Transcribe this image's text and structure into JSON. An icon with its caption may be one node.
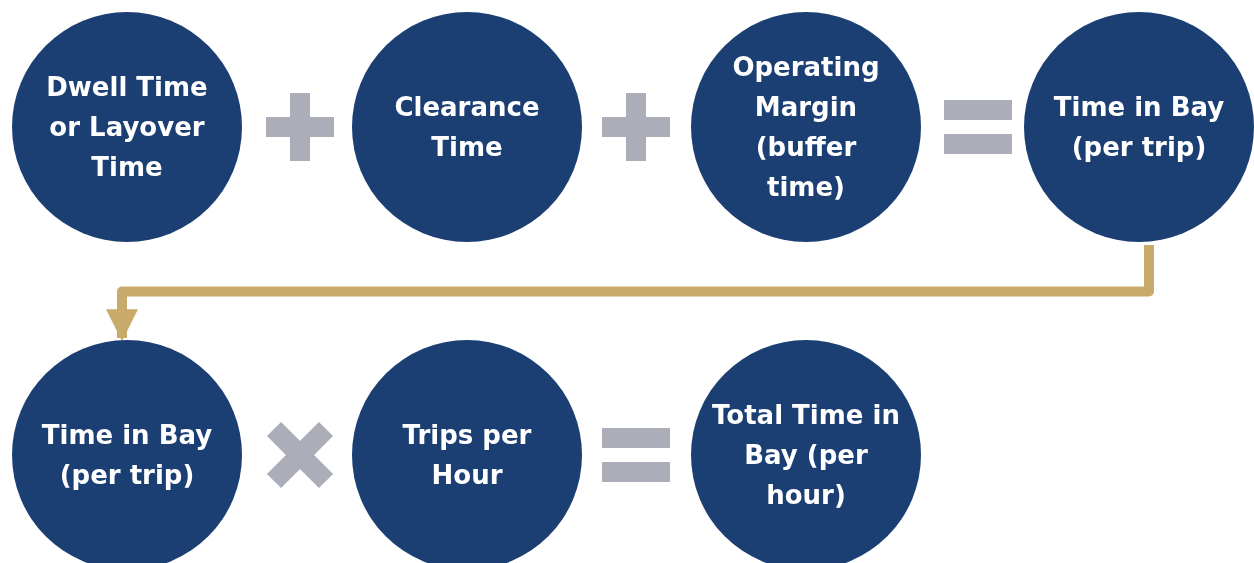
{
  "diagram": {
    "nodes": [
      {
        "text": [
          "Dwell Time or Layover Time"
        ]
      },
      {
        "text": [
          "Clearance Time"
        ]
      },
      {
        "text": [
          "Operating Margin (buffer time)"
        ]
      },
      {
        "text": [
          "Time in Bay (per trip)"
        ]
      },
      {
        "text": [
          "Time in Bay (per trip)"
        ]
      },
      {
        "text": [
          "Trips per Hour"
        ]
      },
      {
        "text": [
          "Total Time in Bay (per hour)"
        ]
      }
    ],
    "edges": [
      {
        "from": 3,
        "to": 4,
        "arrow": "to",
        "color": "#c8aa6b"
      }
    ]
  }
}
